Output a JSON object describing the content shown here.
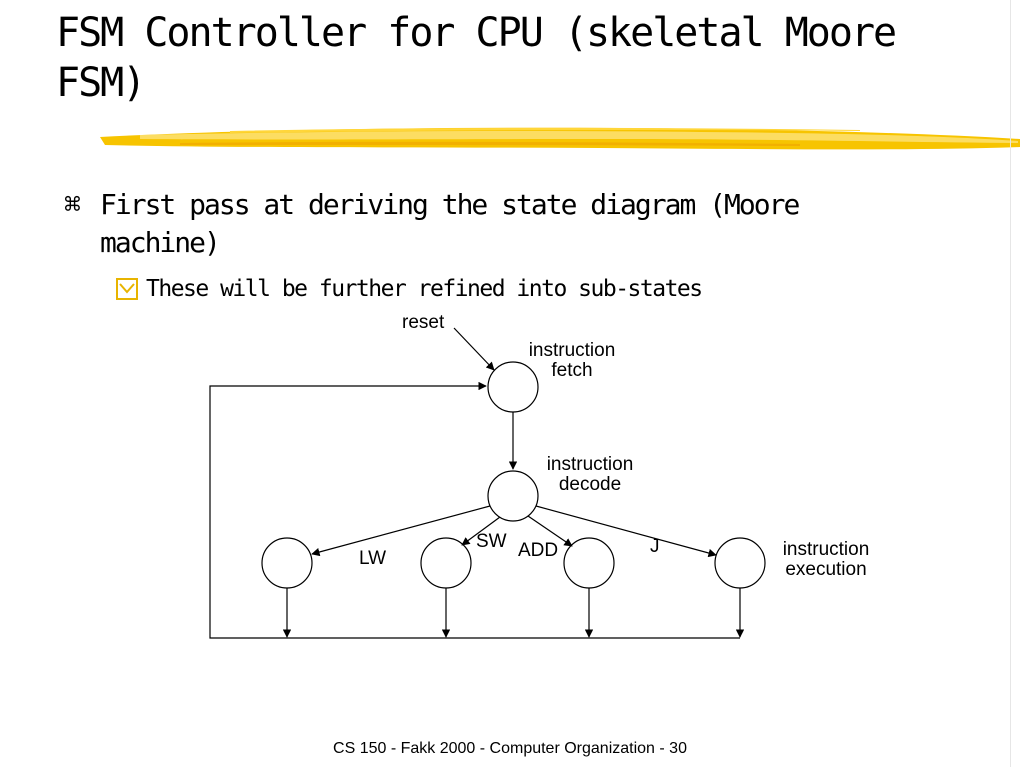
{
  "slide": {
    "title": "FSM Controller for CPU (skeletal Moore FSM)",
    "bullet_symbol": "⌘",
    "bullet_text": "First pass at deriving the state diagram (Moore machine)",
    "sub_bullet_text": "These will be further refined into sub-states",
    "footer": "CS 150 - Fakk 2000 - Computer Organization - 30",
    "accent_color": "#f5c400"
  },
  "diagram": {
    "reset_label": "reset",
    "fetch_label_line1": "instruction",
    "fetch_label_line2": "fetch",
    "decode_label_line1": "instruction",
    "decode_label_line2": "decode",
    "execution_label_line1": "instruction",
    "execution_label_line2": "execution",
    "edge_labels": {
      "lw": "LW",
      "sw": "SW",
      "add": "ADD",
      "j": "J"
    }
  }
}
